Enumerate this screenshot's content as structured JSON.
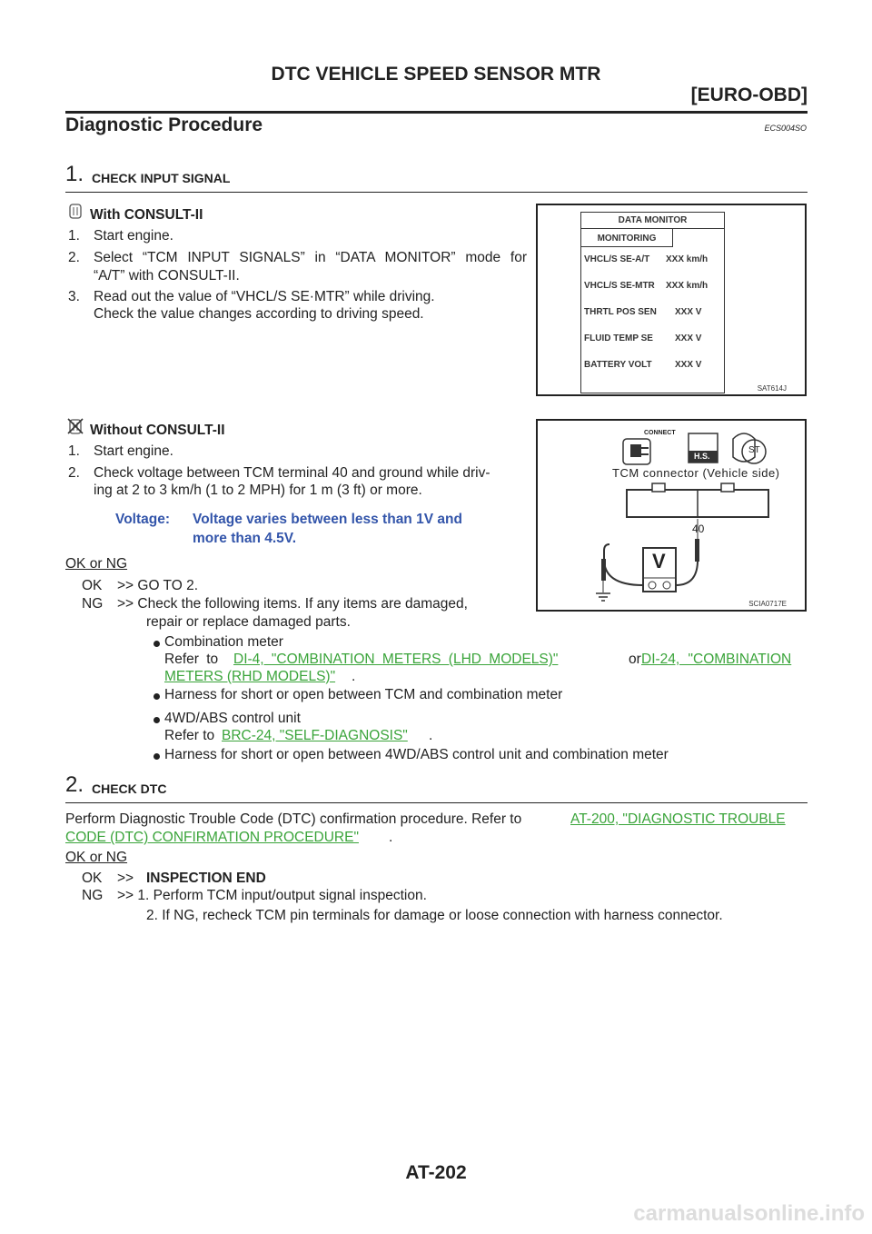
{
  "header": {
    "title": "DTC VEHICLE SPEED SENSOR MTR",
    "section": "[EURO-OBD]"
  },
  "heading": {
    "title": "Diagnostic Procedure",
    "code": "ECS004SO"
  },
  "step1": {
    "number": "1.",
    "title": "CHECK INPUT SIGNAL",
    "with": {
      "label": "With CONSULT-II",
      "items": [
        "1.",
        "Start engine.",
        "2.",
        "Select “TCM INPUT SIGNALS” in “DATA MONITOR” mode for",
        "“A/T” with CONSULT-II.",
        "3.",
        "Read out the value of “VHCL/S SE·MTR” while driving.",
        "Check the value changes according to driving speed."
      ]
    },
    "monitor": {
      "title": "DATA MONITOR",
      "tab": "MONITORING",
      "rows": [
        {
          "name": "VHCL/S SE-A/T",
          "value": "XXX km/h"
        },
        {
          "name": "VHCL/S SE-MTR",
          "value": "XXX km/h"
        },
        {
          "name": "THRTL POS SEN",
          "value": "XXX V"
        },
        {
          "name": "FLUID TEMP SE",
          "value": "XXX V"
        },
        {
          "name": "BATTERY VOLT",
          "value": "XXX V"
        }
      ],
      "figure_code": "SAT614J"
    },
    "without": {
      "label": "Without CONSULT-II",
      "item1_num": "1.",
      "item1": "Start engine.",
      "item2_num": "2.",
      "item2_a": "Check voltage between TCM terminal 40 and ground while driv-",
      "item2_b": "ing at 2 to 3 km/h (1 to 2 MPH) for 1 m (3 ft) or more.",
      "voltage_label": "Voltage:",
      "voltage_a": "Voltage varies between less than 1V and",
      "voltage_b": "more than 4.5V."
    },
    "connector": {
      "connect_label": "CONNECT",
      "hs_label": "H.S.",
      "st_label": "ST",
      "caption": "TCM connector (Vehicle side)",
      "terminal": "40",
      "meter": "V",
      "figure_code": "SCIA0717E"
    },
    "ok_ng": {
      "label": "OK or NG",
      "ok": "OK",
      "ok_text": ">> GO TO 2.",
      "ng": "NG",
      "ng_text_a": ">> Check the following items. If any items are damaged,",
      "ng_text_b": "repair or replace damaged parts."
    },
    "checks": {
      "c1_title": "Combination meter",
      "c1_refer": "Refer to",
      "c1_link1": "DI-4, \"COMBINATION METERS (LHD MODELS)\"",
      "c1_or": "or",
      "c1_link2a": "DI-24, \"COMBINATION",
      "c1_link2b": "METERS (RHD MODELS)\"",
      "c1_end": ".",
      "c2": "Harness for short or open between TCM and combination meter",
      "c3_title": "4WD/ABS control unit",
      "c3_refer": "Refer to",
      "c3_link": "BRC-24, \"SELF-DIAGNOSIS\"",
      "c3_end": ".",
      "c4": "Harness for short or open between 4WD/ABS control unit and combination meter"
    }
  },
  "step2": {
    "number": "2.",
    "title": "CHECK DTC",
    "text": "Perform Diagnostic Trouble Code (DTC) confirmation procedure. Refer to",
    "link_a": "AT-200, \"DIAGNOSTIC TROUBLE",
    "link_b": "CODE (DTC) CONFIRMATION PROCEDURE\"",
    "end": ".",
    "ok_ng": {
      "label": "OK or NG",
      "ok": "OK",
      "ok_prefix": ">>",
      "ok_text": "INSPECTION END",
      "ng": "NG",
      "ng_text_a": ">> 1. Perform TCM input/output signal inspection.",
      "ng_text_b": "2. If NG, recheck TCM pin terminals for damage or loose connection with harness connector."
    }
  },
  "footer": {
    "page": "AT-202",
    "watermark": "carmanualsonline.info"
  }
}
